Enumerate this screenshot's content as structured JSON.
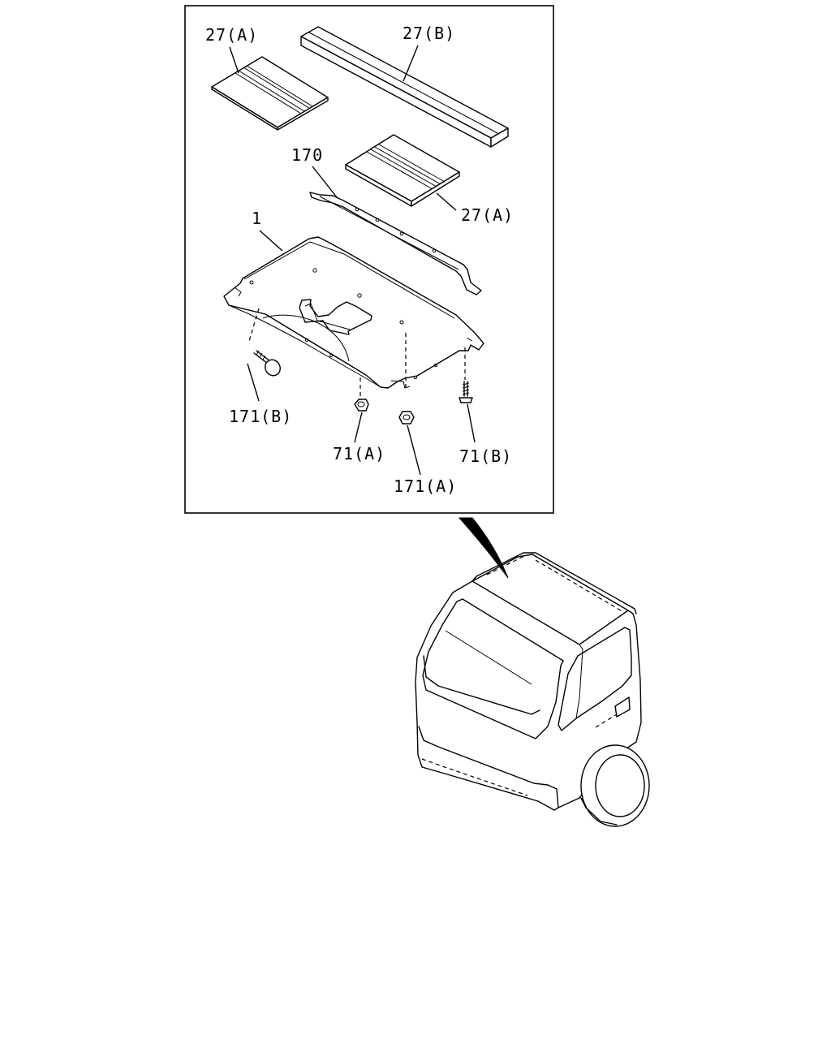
{
  "callouts": {
    "part_27a_top": "27(A)",
    "part_27b": "27(B)",
    "part_170": "170",
    "part_27a_mid": "27(A)",
    "part_1": "1",
    "part_171b": "171(B)",
    "part_71a": "71(A)",
    "part_71b": "71(B)",
    "part_171a": "171(A)"
  },
  "colors": {
    "line": "#000000",
    "background": "#ffffff"
  }
}
